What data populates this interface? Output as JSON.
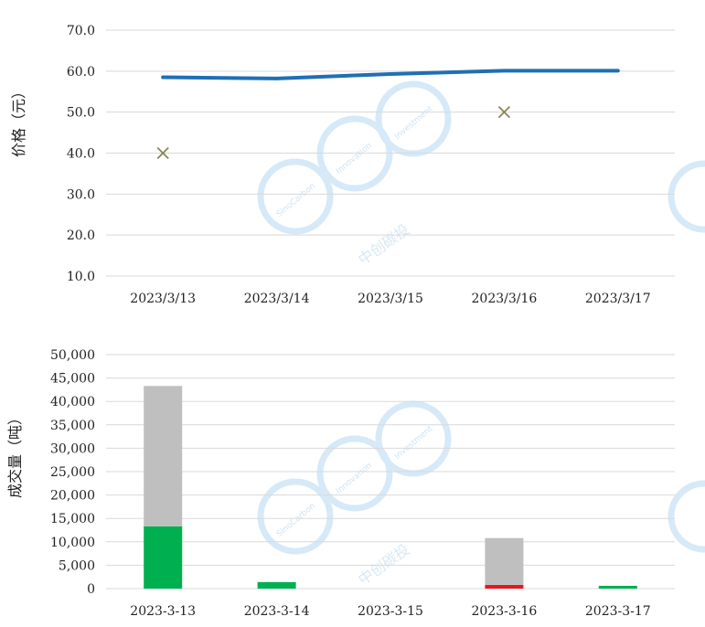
{
  "chart_data": [
    {
      "type": "line",
      "ylabel": "价格（元）",
      "ylim": [
        10,
        70
      ],
      "yticks": [
        "10.0",
        "20.0",
        "30.0",
        "40.0",
        "50.0",
        "60.0",
        "70.0"
      ],
      "categories": [
        "2023/3/13",
        "2023/3/14",
        "2023/3/15",
        "2023/3/16",
        "2023/3/17"
      ],
      "series": [
        {
          "type": "line",
          "color": "#1f6fb5",
          "values": [
            58.5,
            58.2,
            59.3,
            60.1,
            60.1
          ]
        },
        {
          "type": "scatter",
          "marker": "x",
          "color": "#8c8656",
          "values": [
            40.0,
            null,
            null,
            50.0,
            null
          ]
        }
      ],
      "grid": true
    },
    {
      "type": "bar",
      "stacked": true,
      "ylabel": "成交量（吨）",
      "ylim": [
        0,
        50000
      ],
      "yticks": [
        "0",
        "5,000",
        "10,000",
        "15,000",
        "20,000",
        "25,000",
        "30,000",
        "35,000",
        "40,000",
        "45,000",
        "50,000"
      ],
      "categories": [
        "2023-3-13",
        "2023-3-14",
        "2023-3-15",
        "2023-3-16",
        "2023-3-17"
      ],
      "series": [
        {
          "color": "#00b050",
          "values": [
            13300,
            1400,
            0,
            0,
            600
          ]
        },
        {
          "color": "#e8161d",
          "values": [
            0,
            0,
            0,
            800,
            0
          ]
        },
        {
          "color": "#bfbfbf",
          "values": [
            30000,
            0,
            0,
            10000,
            0
          ]
        }
      ],
      "grid": true
    }
  ],
  "watermark": {
    "texts": [
      "SinoCarbon",
      "Innovation",
      "Investment"
    ],
    "cn": "中创碳投",
    "color": "#d6e9f8"
  }
}
